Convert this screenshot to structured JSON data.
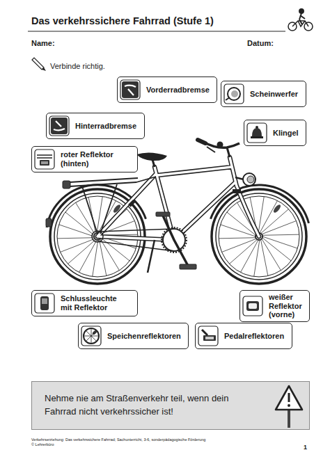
{
  "diagram": {
    "title": "Das verkehrssichere Fahrrad (Stufe 1)",
    "nodes": [
      {
        "text": [
          "Vorderradbremse"
        ]
      },
      {
        "text": [
          "Scheinwerfer"
        ]
      },
      {
        "text": [
          "Hinterradbremse"
        ]
      },
      {
        "text": [
          "Klingel"
        ]
      },
      {
        "text": [
          "roter Reflektor (hinten)"
        ]
      },
      {
        "text": [
          "Schlussleuchte mit Reflektor"
        ]
      },
      {
        "text": [
          "weißer Reflektor (vorne)"
        ]
      },
      {
        "text": [
          "Speichenreflektoren"
        ]
      },
      {
        "text": [
          "Pedalreflektoren"
        ]
      },
      {
        "text": [
          "Nehme nie am Straßenverkehr teil, wenn dein Fahrrad nicht verkehrssicher ist!"
        ]
      }
    ],
    "labels": [
      "Name:",
      "Datum:",
      "Verbinde richtig.",
      "Verkehrserziehung: Das verkehrssichere Fahrrad; Sachunterricht, 3-6, sonderpädagogische Förderung",
      "© Lehrerbüro",
      "1"
    ]
  }
}
